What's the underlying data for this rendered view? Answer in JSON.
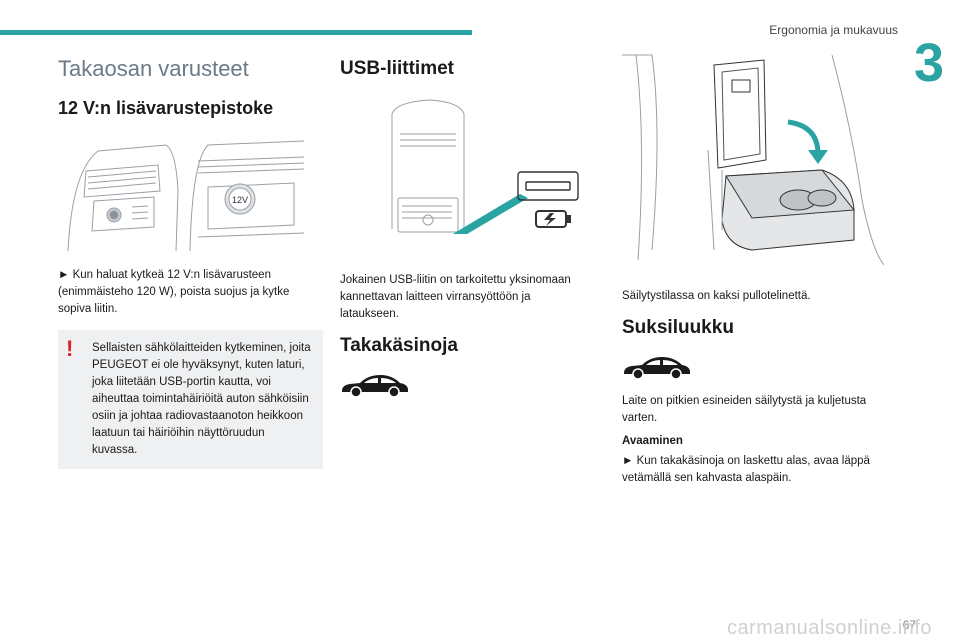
{
  "header": {
    "section_name": "Ergonomia ja mukavuus",
    "chapter_number": "3"
  },
  "left": {
    "title": "Takaosan varusteet",
    "subtitle": "12 V:n lisävarustepistoke",
    "socket_label": "12V",
    "instruction": "► Kun haluat kytkeä 12 V:n lisävarusteen (enimmäisteho 120 W), poista suojus ja kytke sopiva liitin.",
    "warning_mark": "!",
    "warning": "Sellaisten sähkölaitteiden kytkeminen, joita PEUGEOT ei ole hyväksynyt, kuten laturi, joka liitetään USB-portin kautta, voi aiheuttaa toimintahäiriöitä auton sähköisiin osiin ja johtaa radiovastaanoton heikkoon laatuun tai häiriöihin näyttöruudun kuvassa."
  },
  "middle": {
    "usb_title": "USB-liittimet",
    "usb_text": "Jokainen USB-liitin on tarkoitettu yksinomaan kannettavan laitteen virransyöttöön ja lataukseen.",
    "armrest_title": "Takakäsinoja"
  },
  "right": {
    "storage_text": "Säilytystilassa on kaksi pullotelinettä.",
    "ski_title": "Suksiluukku",
    "ski_text": "Laite on pitkien esineiden säilytystä ja kuljetusta varten.",
    "opening_label": "Avaaminen",
    "opening_text": "► Kun takakäsinoja on laskettu alas, avaa läppä vetämällä sen kahvasta alaspäin."
  },
  "footer": {
    "page_number": "67",
    "watermark": "carmanualsonline.info"
  },
  "colors": {
    "accent": "#2aa3a3",
    "warning": "#e0202a",
    "box": "#eef0f2"
  }
}
